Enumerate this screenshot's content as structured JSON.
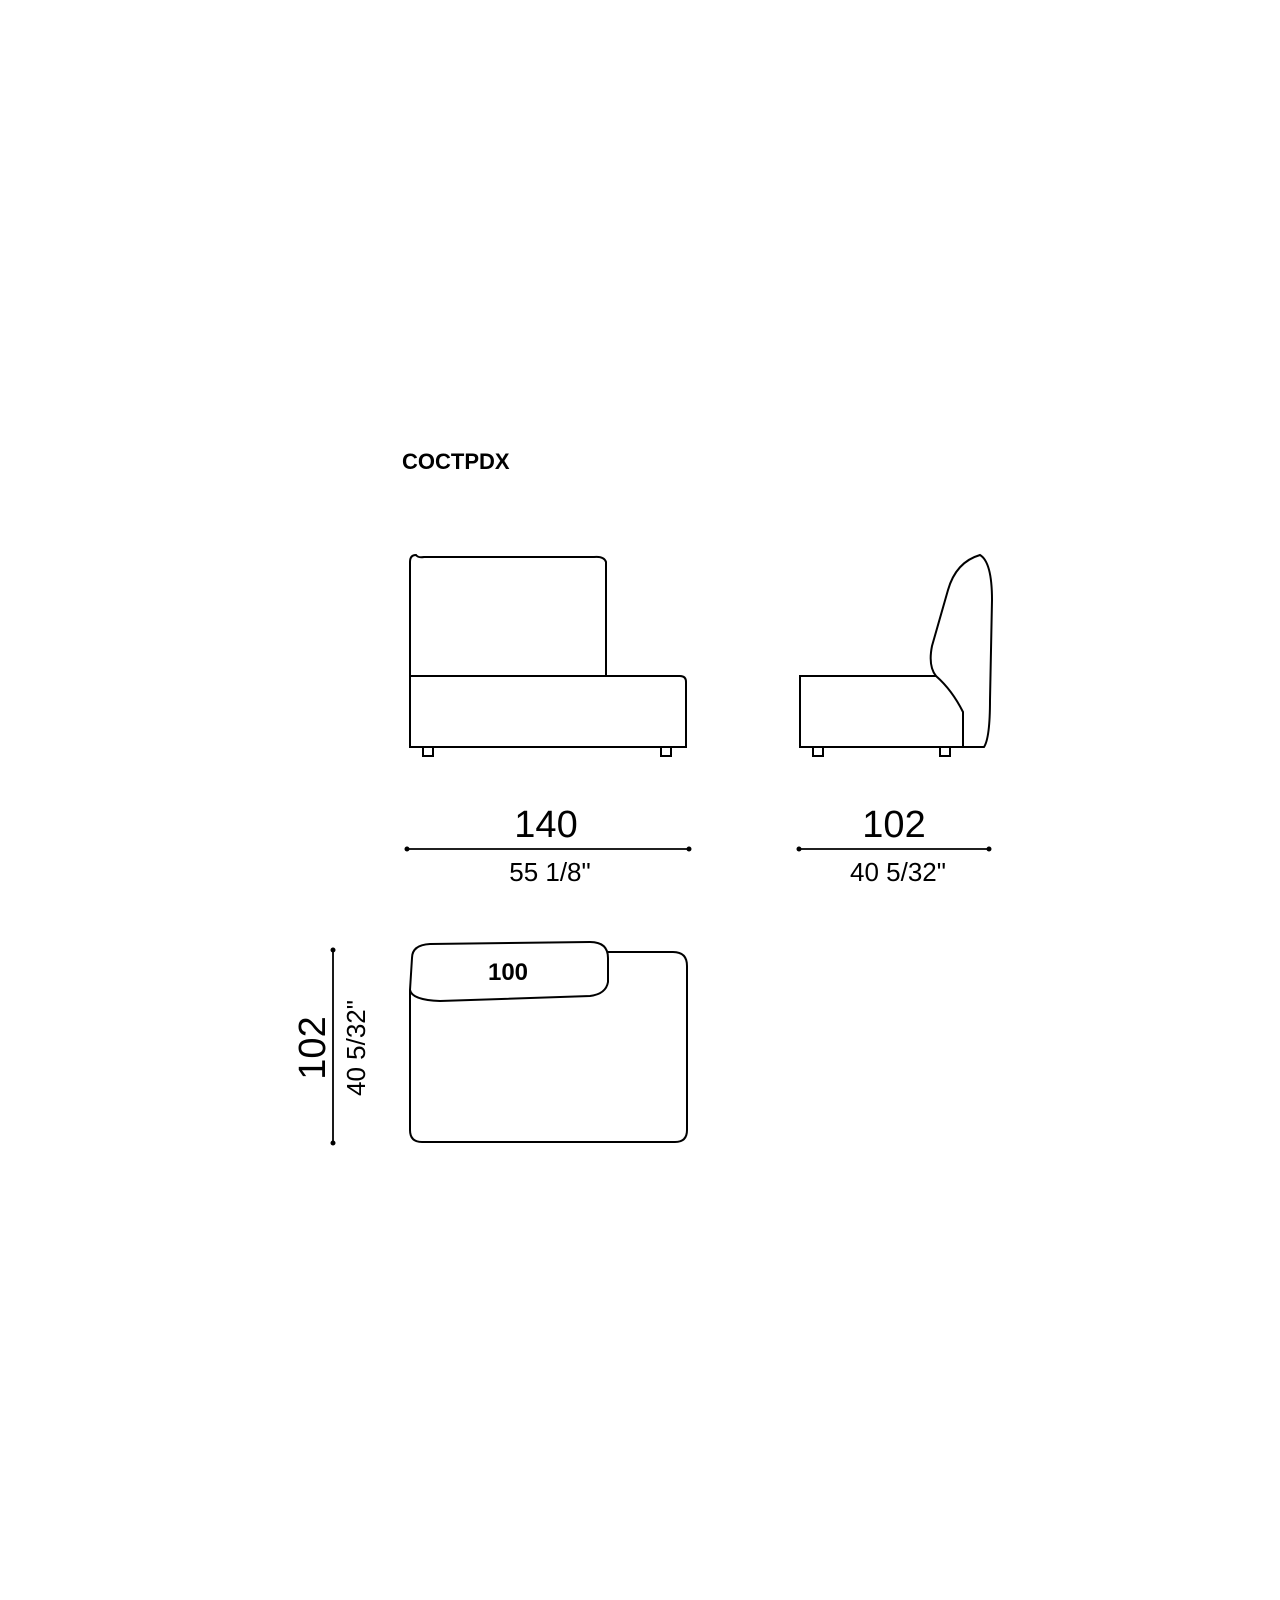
{
  "title": "COCTPDX",
  "front_view": {
    "width_cm": "140",
    "width_in": "55 1/8\""
  },
  "side_view": {
    "depth_cm": "102",
    "depth_in": "40 5/32\""
  },
  "top_view": {
    "depth_cm": "102",
    "depth_in": "40 5/32\"",
    "seat_label": "100"
  }
}
